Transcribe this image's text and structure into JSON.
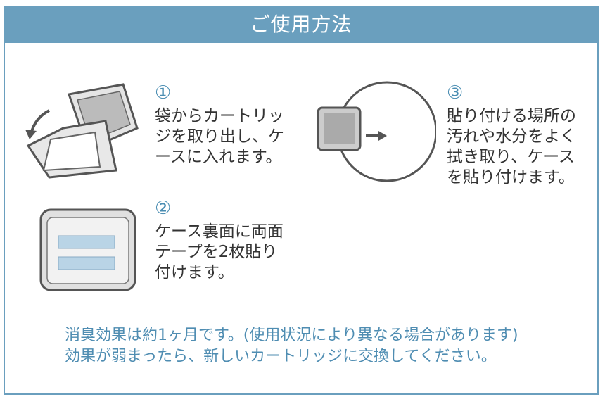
{
  "header": {
    "title": "ご使用方法"
  },
  "steps": [
    {
      "number": "①",
      "lines": [
        "袋からカートリッ",
        "ジを取り出し、ケ",
        "ースに入れます。"
      ]
    },
    {
      "number": "②",
      "lines": [
        "ケース裏面に両面",
        "テープを2枚貼り",
        "付けます。"
      ]
    },
    {
      "number": "③",
      "lines": [
        "貼り付ける場所の",
        "汚れや水分をよく",
        "拭き取り、ケース",
        "を貼り付けます。"
      ]
    }
  ],
  "note": {
    "lines": [
      "消臭効果は約1ヶ月です。(使用状況により異なる場合があります)",
      "効果が弱まったら、新しいカートリッジに交換してください。"
    ]
  },
  "colors": {
    "accent": "#6a9fbe",
    "note_text": "#4f8db2",
    "tape": "#b9d4e6"
  }
}
